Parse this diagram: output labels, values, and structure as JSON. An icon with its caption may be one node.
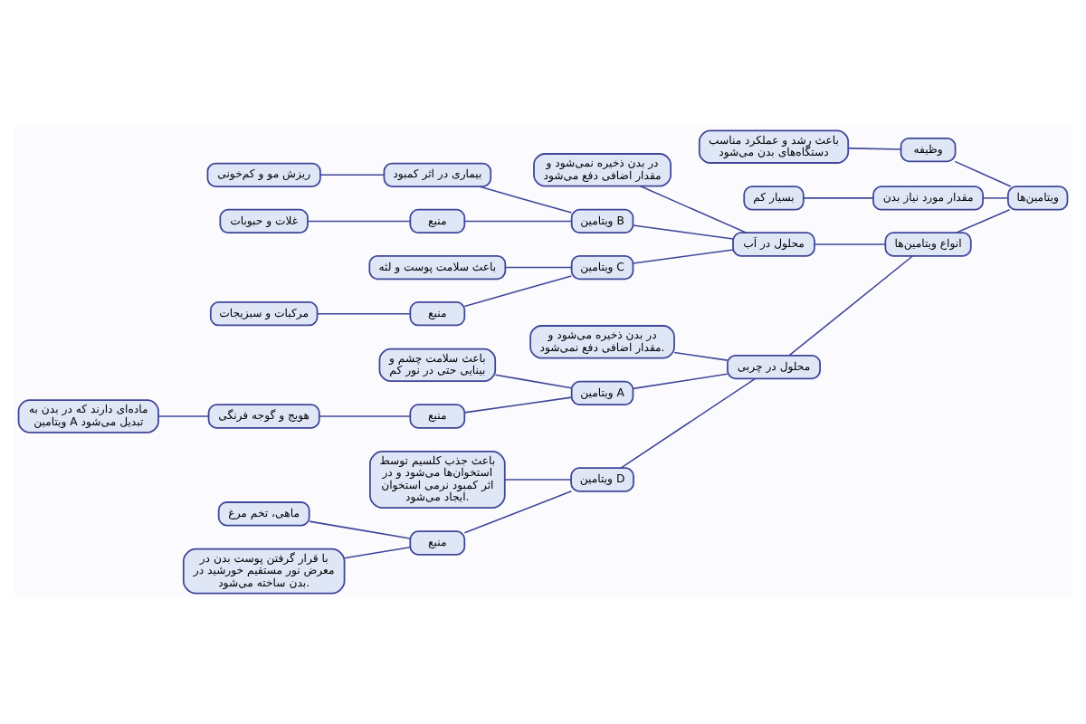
{
  "diagram": {
    "nodes": [
      {
        "text": [
          "ویتامین‌ها"
        ]
      },
      {
        "text": [
          "وظیفه"
        ]
      },
      {
        "text": [
          "باعث رشد و عملکرد مناسب دستگاه‌های بدن می‌شود"
        ]
      },
      {
        "text": [
          "مقدار مورد نیاز بدن"
        ]
      },
      {
        "text": [
          "بسیار کم"
        ]
      },
      {
        "text": [
          "انواع ویتامین‌ها"
        ]
      },
      {
        "text": [
          "محلول در آب"
        ]
      },
      {
        "text": [
          "در بدن ذخیره نمی‌شود و مقدار اضافی دفع می‌شود"
        ]
      },
      {
        "text": [
          "ویتامین B"
        ]
      },
      {
        "text": [
          "بیماری در اثر کمبود"
        ]
      },
      {
        "text": [
          "ریزش مو و کم‌خونی"
        ]
      },
      {
        "text": [
          "منبع"
        ]
      },
      {
        "text": [
          "غلات و حبوبات"
        ]
      },
      {
        "text": [
          "ویتامین C"
        ]
      },
      {
        "text": [
          "باعث سلامت پوست و لثه"
        ]
      },
      {
        "text": [
          "منبع"
        ]
      },
      {
        "text": [
          "مرکبات و سبزیجات"
        ]
      },
      {
        "text": [
          "محلول در چربی"
        ]
      },
      {
        "text": [
          "در بدن ذخیره می‌شود و مقدار اضافی دفع نمی‌شود."
        ]
      },
      {
        "text": [
          "ویتامین A"
        ]
      },
      {
        "text": [
          "باعث سلامت چشم و بینایی حتی در نور کم"
        ]
      },
      {
        "text": [
          "منبع"
        ]
      },
      {
        "text": [
          "هویج و گوجه فرنگی"
        ]
      },
      {
        "text": [
          "ماده‌ای دارند که در بدن به ویتامین A تبدیل می‌شود"
        ]
      },
      {
        "text": [
          "ویتامین D"
        ]
      },
      {
        "text": [
          "باعث جذب کلسیم توسط استخوان‌ها می‌شود و در اثر کمبود نرمی استخوان ایجاد می‌شود."
        ]
      },
      {
        "text": [
          "منبع"
        ]
      },
      {
        "text": [
          "ماهی، تخم مرغ"
        ]
      },
      {
        "text": [
          "با قرار گرفتن پوست بدن در معرض نور مستقیم خورشید در بدن ساخته می‌شود."
        ]
      }
    ],
    "edges": [
      {
        "from": 0,
        "to": 1,
        "arrow": "none"
      },
      {
        "from": 1,
        "to": 2,
        "arrow": "none"
      },
      {
        "from": 0,
        "to": 3,
        "arrow": "none"
      },
      {
        "from": 3,
        "to": 4,
        "arrow": "none"
      },
      {
        "from": 0,
        "to": 5,
        "arrow": "none"
      },
      {
        "from": 5,
        "to": 6,
        "arrow": "none"
      },
      {
        "from": 6,
        "to": 7,
        "arrow": "none"
      },
      {
        "from": 6,
        "to": 8,
        "arrow": "none"
      },
      {
        "from": 8,
        "to": 9,
        "arrow": "none"
      },
      {
        "from": 9,
        "to": 10,
        "arrow": "none"
      },
      {
        "from": 8,
        "to": 11,
        "arrow": "none"
      },
      {
        "from": 11,
        "to": 12,
        "arrow": "none"
      },
      {
        "from": 6,
        "to": 13,
        "arrow": "none"
      },
      {
        "from": 13,
        "to": 14,
        "arrow": "none"
      },
      {
        "from": 13,
        "to": 15,
        "arrow": "none"
      },
      {
        "from": 15,
        "to": 16,
        "arrow": "none"
      },
      {
        "from": 5,
        "to": 17,
        "arrow": "none"
      },
      {
        "from": 17,
        "to": 18,
        "arrow": "none"
      },
      {
        "from": 17,
        "to": 19,
        "arrow": "none"
      },
      {
        "from": 19,
        "to": 20,
        "arrow": "none"
      },
      {
        "from": 19,
        "to": 21,
        "arrow": "none"
      },
      {
        "from": 21,
        "to": 22,
        "arrow": "none"
      },
      {
        "from": 22,
        "to": 23,
        "arrow": "none"
      },
      {
        "from": 17,
        "to": 24,
        "arrow": "none"
      },
      {
        "from": 24,
        "to": 25,
        "arrow": "none"
      },
      {
        "from": 24,
        "to": 26,
        "arrow": "none"
      },
      {
        "from": 26,
        "to": 27,
        "arrow": "none"
      },
      {
        "from": 26,
        "to": 28,
        "arrow": "none"
      }
    ]
  }
}
